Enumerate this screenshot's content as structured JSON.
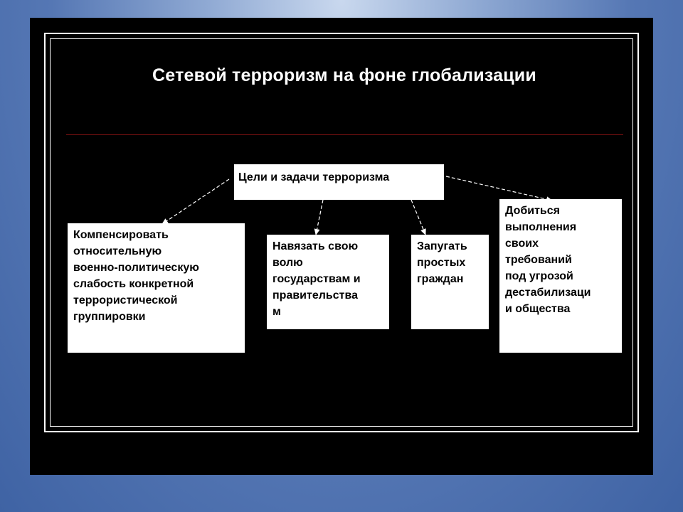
{
  "slide": {
    "title": "Сетевой терроризм на фоне глобализации"
  },
  "diagram": {
    "root": {
      "label": "Цели и задачи терроризма"
    },
    "children": [
      {
        "label": "Компенсировать\nотносительную\nвоенно-политическую\nслабость конкретной\nтеррористической\nгруппировки"
      },
      {
        "label": "Навязать свою\nволю\nгосударствам и\nправительства\nм"
      },
      {
        "label": "Запугать\nпростых\nграждан"
      },
      {
        "label": "Добиться\nвыполнения\nсвоих\nтребований\nпод угрозой\nдестабилизаци\nи общества"
      }
    ],
    "edge_style": "dashed arrow",
    "colors": {
      "slide_background": "#000000",
      "box_fill": "#ffffff",
      "text_on_dark": "#ffffff",
      "divider": "#7a1212",
      "page_gradient": "#5577b4"
    }
  }
}
